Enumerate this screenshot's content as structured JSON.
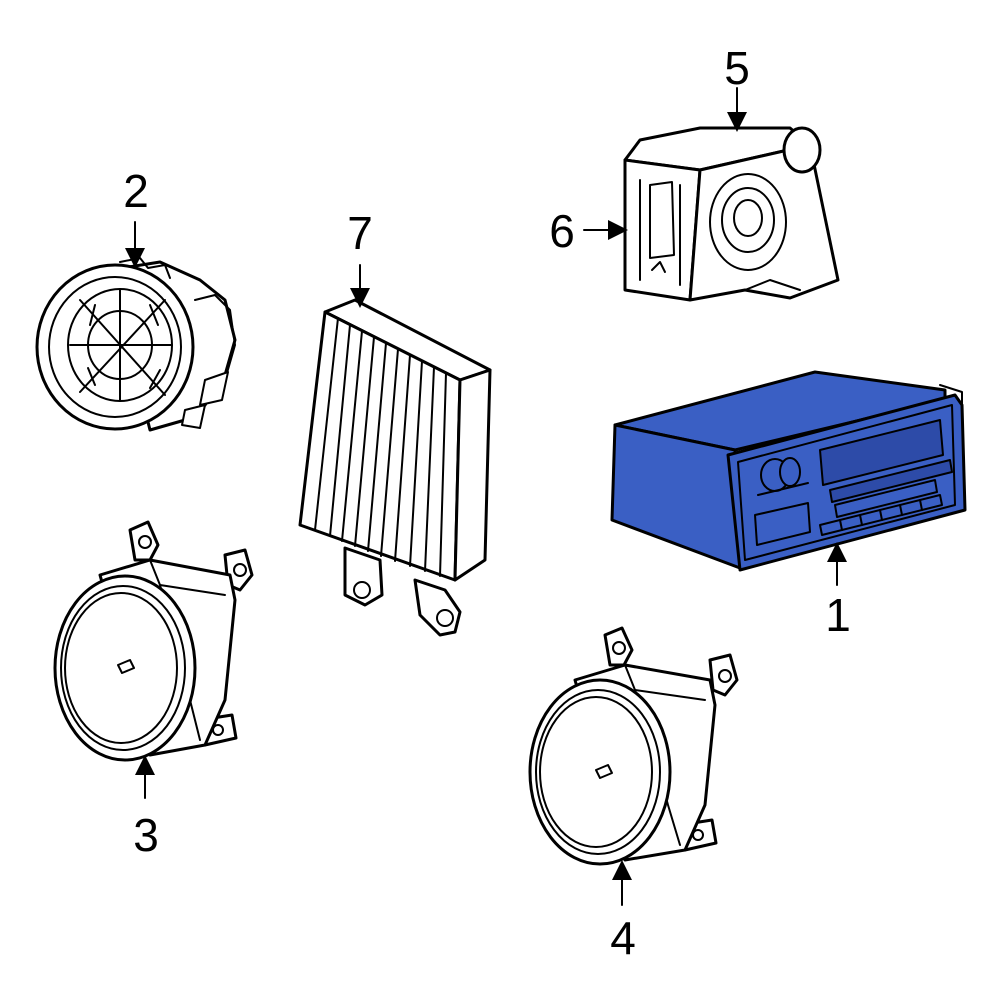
{
  "callouts": [
    {
      "id": "1",
      "label": "1"
    },
    {
      "id": "2",
      "label": "2"
    },
    {
      "id": "3",
      "label": "3"
    },
    {
      "id": "4",
      "label": "4"
    },
    {
      "id": "5",
      "label": "5"
    },
    {
      "id": "6",
      "label": "6"
    },
    {
      "id": "7",
      "label": "7"
    }
  ],
  "colors": {
    "highlight_fill": "#3a5fc4",
    "highlight_dark": "#2d4ba8",
    "line": "#000000",
    "background": "#ffffff"
  }
}
